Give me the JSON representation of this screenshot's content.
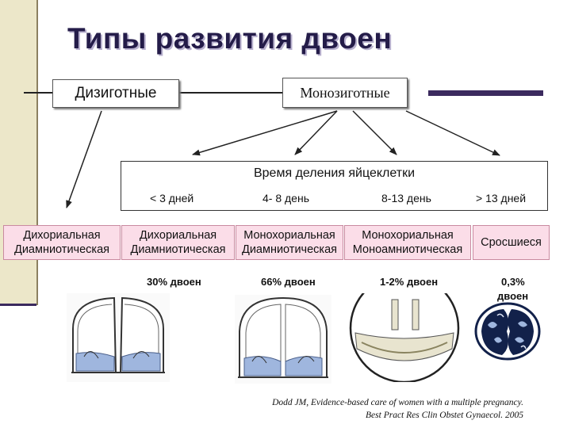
{
  "title": "Типы развития двоен",
  "dizygotic_label": "Дизиготные",
  "monozygotic_label": "Монозиготные",
  "division_title": "Время деления яйцеклетки",
  "days": [
    "< 3 дней",
    "4- 8 день",
    "8-13 день",
    "> 13 дней"
  ],
  "types": [
    {
      "line1": "Дихориальная",
      "line2": "Диамниотическая"
    },
    {
      "line1": "Дихориальная",
      "line2": "Диамниотическая"
    },
    {
      "line1": "Монохориальная",
      "line2": "Диамниотическая"
    },
    {
      "line1": "Монохориальная",
      "line2": "Моноамниотическая"
    },
    {
      "line1": "Сросшиеся",
      "line2": ""
    }
  ],
  "percentages": [
    "30% двоен",
    "66% двоен",
    "1-2% двоен",
    "0,3%",
    "двоен"
  ],
  "citation": {
    "line1": "Dodd JM, Evidence-based care of women with a multiple pregnancy.",
    "line2": "Best Pract Res Clin Obstet Gynaecol. 2005"
  },
  "colors": {
    "title": "#241c49",
    "pink_fill": "#fbdde8",
    "sidebar": "#ece7c9",
    "membrane_blue": "#9fb6de",
    "conjoined_dark": "#12214a"
  }
}
